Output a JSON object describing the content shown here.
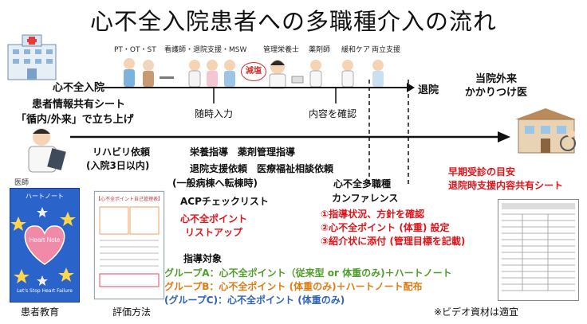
{
  "title": "心不全入院患者への多職種介入の流れ",
  "top_labels": {
    "pt_ot_st": "PT・OT・ST",
    "nurse": "看護師・退院支援・MSW",
    "dietitian": "管理栄養士",
    "pharmacist": "薬剤師",
    "palliative": "緩和ケア",
    "sleep": "両立支援"
  },
  "salt_bubble": "減塩",
  "timeline": {
    "admission": "心不全入院",
    "discharge": "退院",
    "on_demand": "随時入力",
    "confirm": "内容を確認"
  },
  "left_block": {
    "line1": "患者情報共有シート",
    "line2": "「循内/外来」で立ち上げ",
    "doctor": "医師"
  },
  "rehab": {
    "line1": "リハビリ依頼",
    "line2": "(入院3日以内)"
  },
  "center_block": {
    "line1": "栄養指導　薬剤管理指導",
    "line2": "退院支援依頼　医療福祉相談依頼",
    "line3": "(一般病棟へ転棟時)",
    "acp": "ACPチェックリスト",
    "point1": "心不全ポイント",
    "point2": "リストアップ"
  },
  "conference": {
    "line1": "心不全多職種",
    "line2": "カンファレンス",
    "items": [
      "①指導状況、方針を確認",
      "②心不全ポイント (体重) 設定",
      "③紹介状に添付 (管理目標を記載)"
    ]
  },
  "outpatient": {
    "line1": "当院外来",
    "line2": "かかりつけ医",
    "red1": "早期受診の目安",
    "red2": "退院時支援内容共有シート"
  },
  "guidance": {
    "heading": "指導対象",
    "groups": [
      "グループA：心不全ポイント（従来型 or 体重のみ)＋ハートノート",
      "グループB：心不全ポイント (体重のみ)＋ハートノート配布",
      "(グループC)：心不全ポイント (体重のみ)"
    ]
  },
  "bottom_captions": {
    "education": "患者教育",
    "evaluation": "評価方法",
    "video": "※ビデオ資材は適宜"
  },
  "heart_note": {
    "header": "ハートノート",
    "heart_text": "Heart Note",
    "footer": "Let's Stop Heart Failure"
  },
  "eval_doc": {
    "header": "【心不全ポイント自己管理表】"
  },
  "colors": {
    "red": "#e0151b",
    "green": "#4e9e2a",
    "orange": "#e07a12",
    "blue": "#2e63b8",
    "timeline": "#111111"
  }
}
